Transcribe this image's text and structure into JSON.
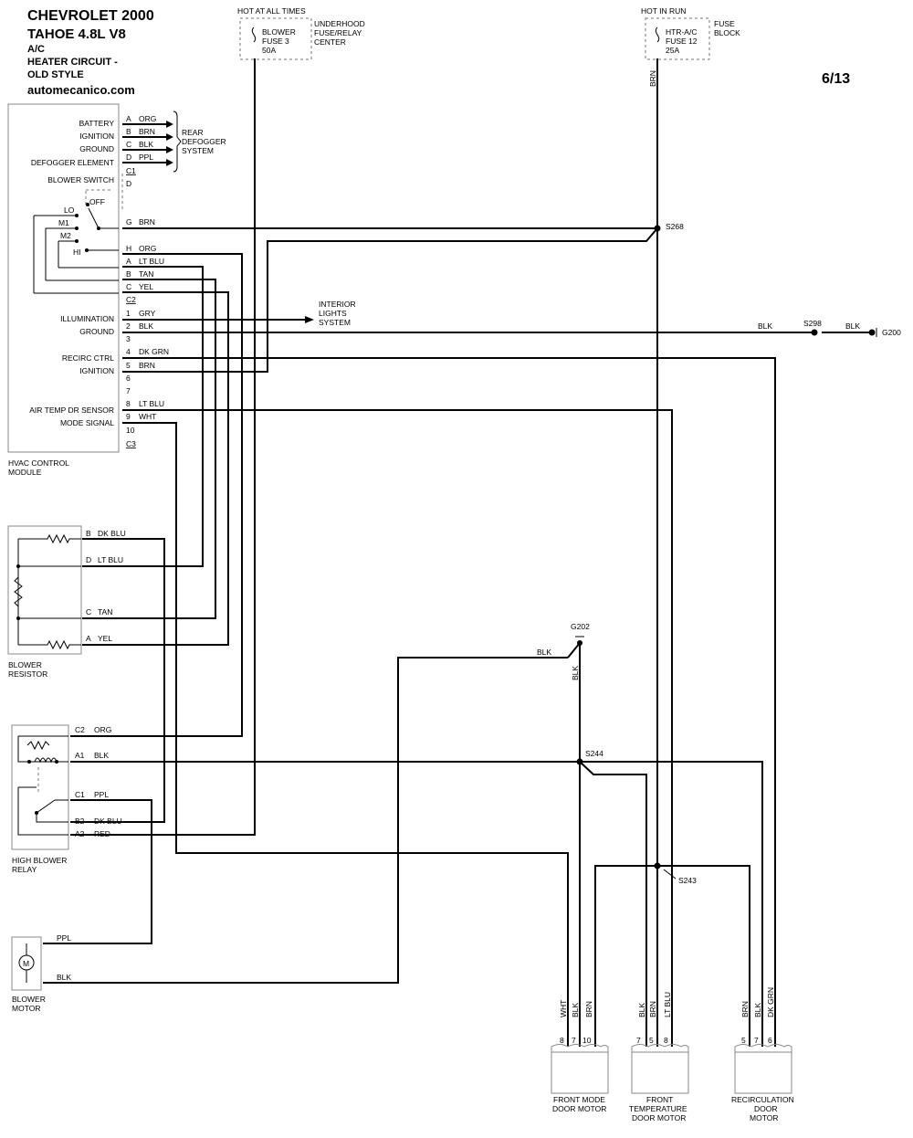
{
  "header": {
    "title1": "CHEVROLET 2000",
    "title2": "TAHOE  4.8L  V8",
    "line3": "A/C",
    "line4": "HEATER CIRCUIT -",
    "line5": "OLD STYLE",
    "site": "automecanico.com",
    "page": "6/13"
  },
  "power": {
    "hot_all_times": "HOT AT ALL TIMES",
    "fuse1_a": "BLOWER",
    "fuse1_b": "FUSE 3",
    "fuse1_c": "50A",
    "underhood_a": "UNDERHOOD",
    "underhood_b": "FUSE/RELAY",
    "underhood_c": "CENTER",
    "hot_in_run": "HOT IN RUN",
    "fuse2_a": "HTR-A/C",
    "fuse2_b": "FUSE 12",
    "fuse2_c": "25A",
    "fuseblock_a": "FUSE",
    "fuseblock_b": "BLOCK",
    "brn_vertical": "BRN"
  },
  "hvac_module": {
    "name_a": "HVAC CONTROL",
    "name_b": "MODULE",
    "labels": [
      "BATTERY",
      "IGNITION",
      "GROUND",
      "DEFOGGER ELEMENT",
      "BLOWER SWITCH",
      "ILLUMINATION",
      "GROUND",
      "RECIRC CTRL",
      "IGNITION",
      "AIR TEMP DR SENSOR",
      "MODE SIGNAL"
    ],
    "switch": [
      "OFF",
      "LO",
      "M1",
      "M2",
      "HI"
    ],
    "pins": [
      "A",
      "B",
      "C",
      "D",
      "C1",
      "D",
      "G",
      "H",
      "A",
      "B",
      "C",
      "C2",
      "1",
      "2",
      "3",
      "4",
      "5",
      "6",
      "7",
      "8",
      "9",
      "10",
      "C3"
    ],
    "wires": [
      "ORG",
      "BRN",
      "BLK",
      "PPL",
      "BRN",
      "ORG",
      "LT BLU",
      "TAN",
      "YEL",
      "GRY",
      "BLK",
      "DK GRN",
      "BRN",
      "LT BLU",
      "WHT"
    ]
  },
  "rear_defogger": [
    "REAR",
    "DEFOGGER",
    "SYSTEM"
  ],
  "interior_lights": [
    "INTERIOR",
    "LIGHTS",
    "SYSTEM"
  ],
  "splices": [
    "S268",
    "S298",
    "G200",
    "G202",
    "S244",
    "S243"
  ],
  "ground_right": {
    "wire1": "BLK",
    "wire2": "BLK"
  },
  "blower_resistor": {
    "name_a": "BLOWER",
    "name_b": "RESISTOR",
    "pins": [
      "B",
      "D",
      "C",
      "A"
    ],
    "wires": [
      "DK BLU",
      "LT BLU",
      "TAN",
      "YEL"
    ]
  },
  "high_blower_relay": {
    "name_a": "HIGH BLOWER",
    "name_b": "RELAY",
    "pins": [
      "C2",
      "A1",
      "C1",
      "B2",
      "A2"
    ],
    "wires": [
      "ORG",
      "BLK",
      "PPL",
      "DK BLU",
      "RED"
    ]
  },
  "blower_motor": {
    "name_a": "BLOWER",
    "name_b": "MOTOR",
    "symbol": "M",
    "wires": [
      "PPL",
      "BLK"
    ]
  },
  "g202_wire": "BLK",
  "g202_vert": "BLK",
  "front_mode_motor": {
    "name": [
      "FRONT MODE",
      "DOOR MOTOR"
    ],
    "wires": [
      "WHT",
      "BLK",
      "BRN"
    ],
    "pins": [
      "8",
      "7",
      "10"
    ]
  },
  "front_temp_motor": {
    "name": [
      "FRONT",
      "TEMPERATURE",
      "DOOR MOTOR"
    ],
    "wires": [
      "BLK",
      "BRN",
      "LT BLU"
    ],
    "pins": [
      "7",
      "5",
      "8"
    ]
  },
  "recirc_motor": {
    "name": [
      "RECIRCULATION",
      "DOOR",
      "MOTOR"
    ],
    "wires": [
      "BRN",
      "BLK",
      "DK GRN"
    ],
    "pins": [
      "5",
      "7",
      "6"
    ]
  }
}
